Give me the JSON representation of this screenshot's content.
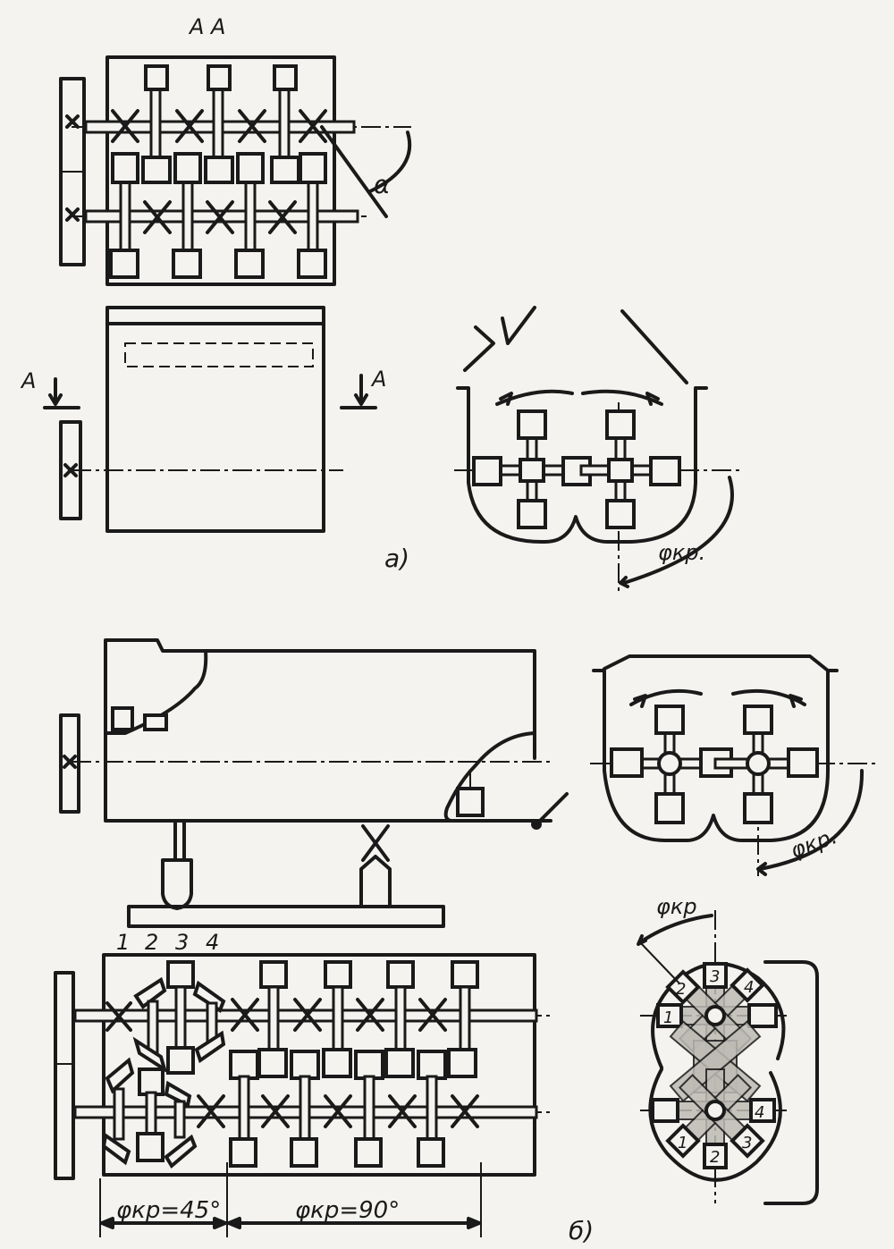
{
  "labels": {
    "section_top": "A   A",
    "arrow_left": "A",
    "arrow_right": "A",
    "alpha": "α",
    "phi_a": "φкр.",
    "variant_a": "a)",
    "phi_b": "φкр.",
    "phi_c": "φкр",
    "num1": "1",
    "num2": "2",
    "num3": "3",
    "num4": "4",
    "phi45": "φкр=45°",
    "phi90": "φкр=90°",
    "variant_b": "б)",
    "n3": "3",
    "n2": "2",
    "n4": "4",
    "n1": "1",
    "m4": "4",
    "m1": "1",
    "m2": "2",
    "m3": "3"
  }
}
